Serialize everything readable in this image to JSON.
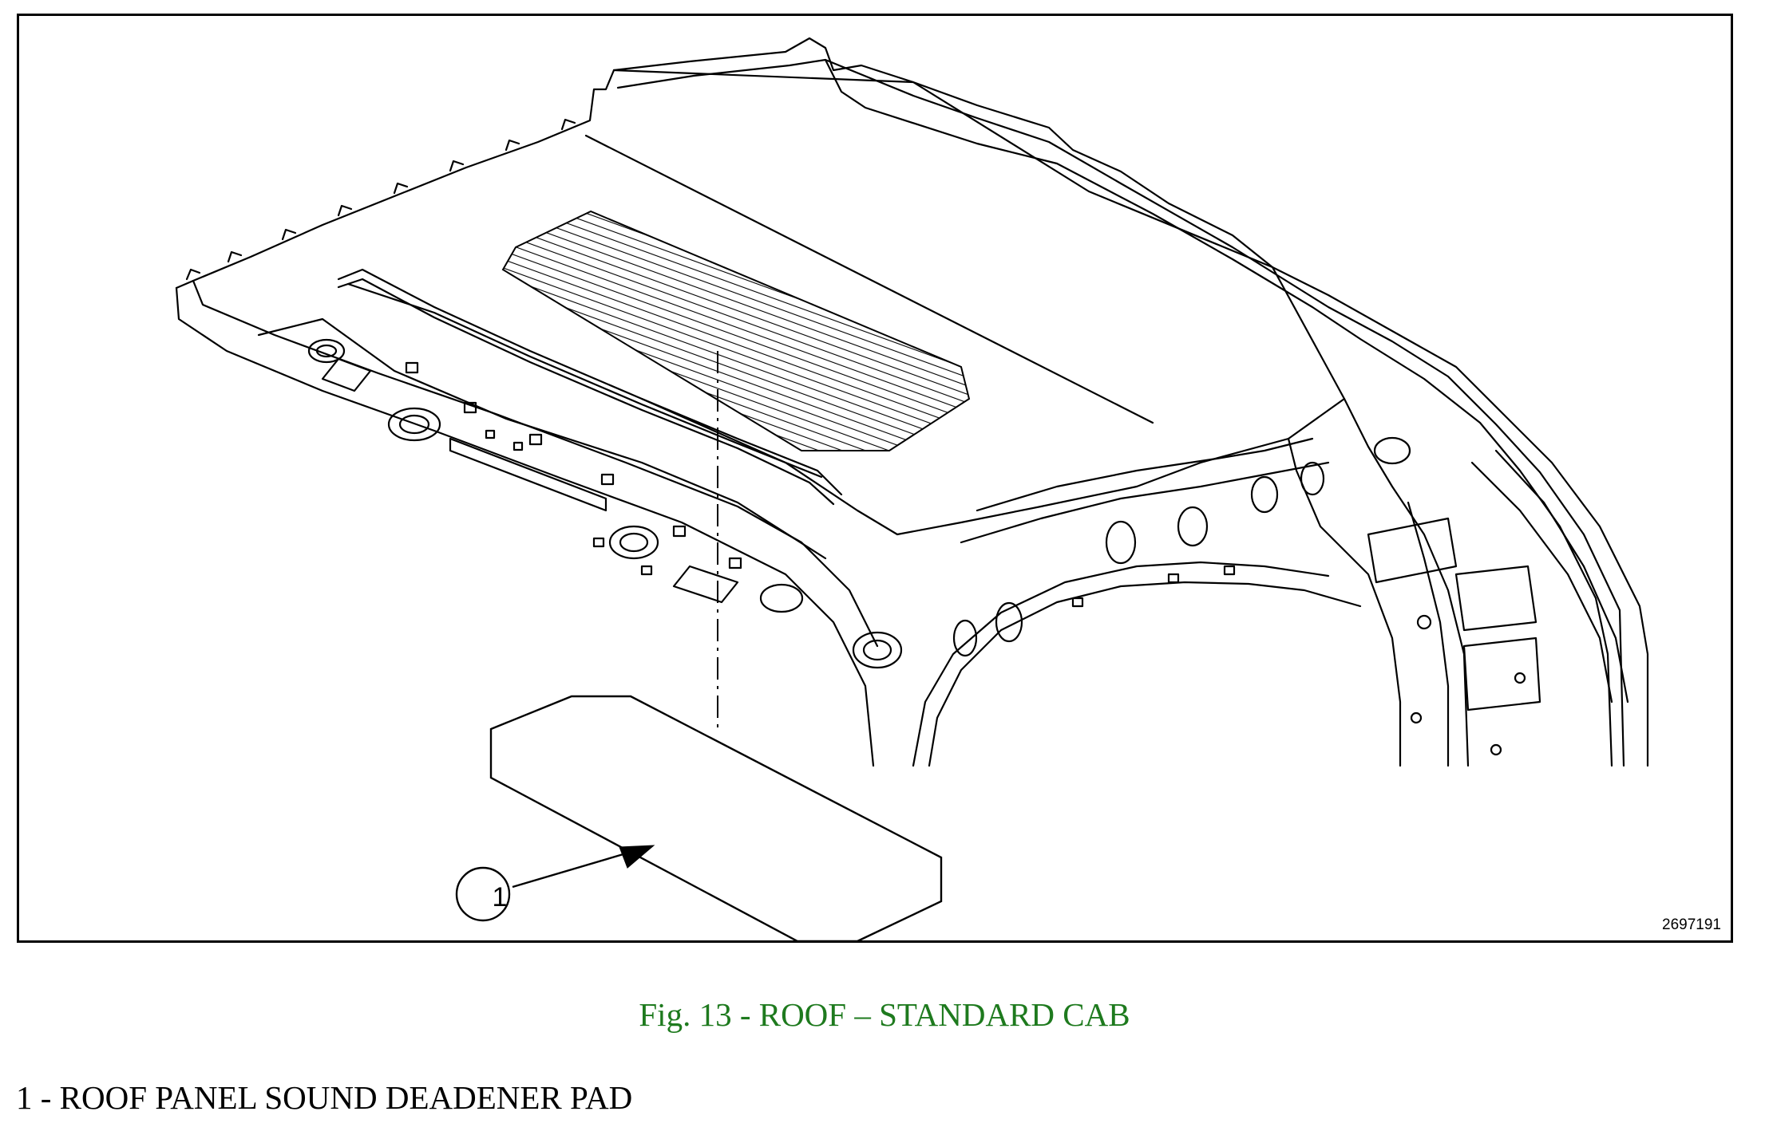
{
  "figure": {
    "id_label": "2697191",
    "callout": "1"
  },
  "caption": "Fig. 13 - ROOF – STANDARD CAB",
  "legend": [
    {
      "text": "1 - ROOF PANEL SOUND DEADENER PAD"
    }
  ],
  "colors": {
    "caption": "#1e7a1e",
    "line": "#000000",
    "background": "#ffffff"
  }
}
